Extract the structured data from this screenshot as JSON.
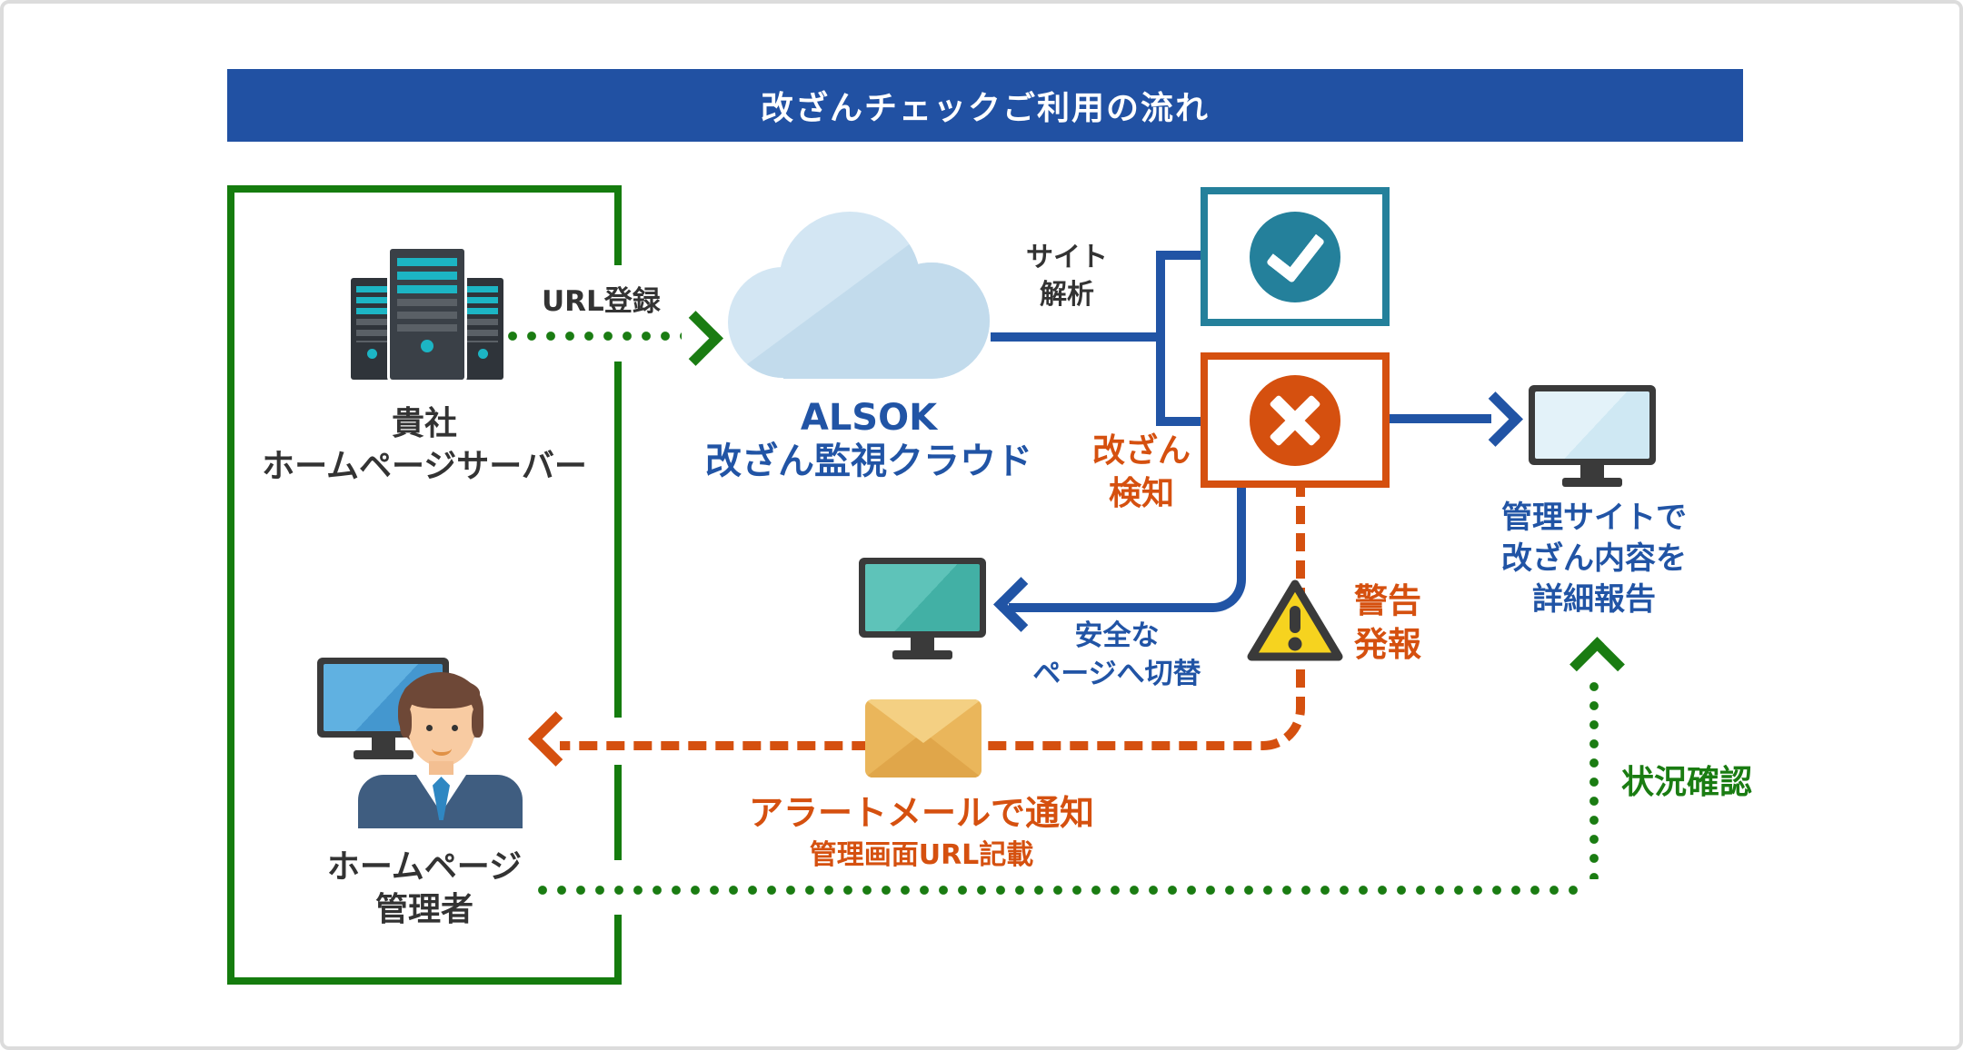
{
  "header": {
    "title": "改ざんチェックご利用の流れ"
  },
  "colors": {
    "header_bg": "#2151a3",
    "blue": "#2154a5",
    "green": "#1a7c12",
    "orange": "#d5500f",
    "teal": "#24809b",
    "warning_yellow": "#f6d31f",
    "text_dark": "#333333"
  },
  "customer": {
    "server_label": [
      "貴社",
      "ホームページサーバー"
    ],
    "admin_label": [
      "ホームページ",
      "管理者"
    ]
  },
  "cloud": {
    "name": "ALSOK",
    "service": "改ざん監視クラウド"
  },
  "labels": {
    "url_register": "URL登録",
    "site_analysis": [
      "サイト",
      "解析"
    ],
    "tamper_detect": [
      "改ざん",
      "検知"
    ],
    "safe_page": [
      "安全な",
      "ページへ切替"
    ],
    "warning": [
      "警告",
      "発報"
    ],
    "alert_mail": "アラートメールで通知",
    "alert_mail_sub": "管理画面URL記載",
    "status_check": "状況確認",
    "detail_report": [
      "管理サイトで",
      "改ざん内容を",
      "詳細報告"
    ]
  }
}
